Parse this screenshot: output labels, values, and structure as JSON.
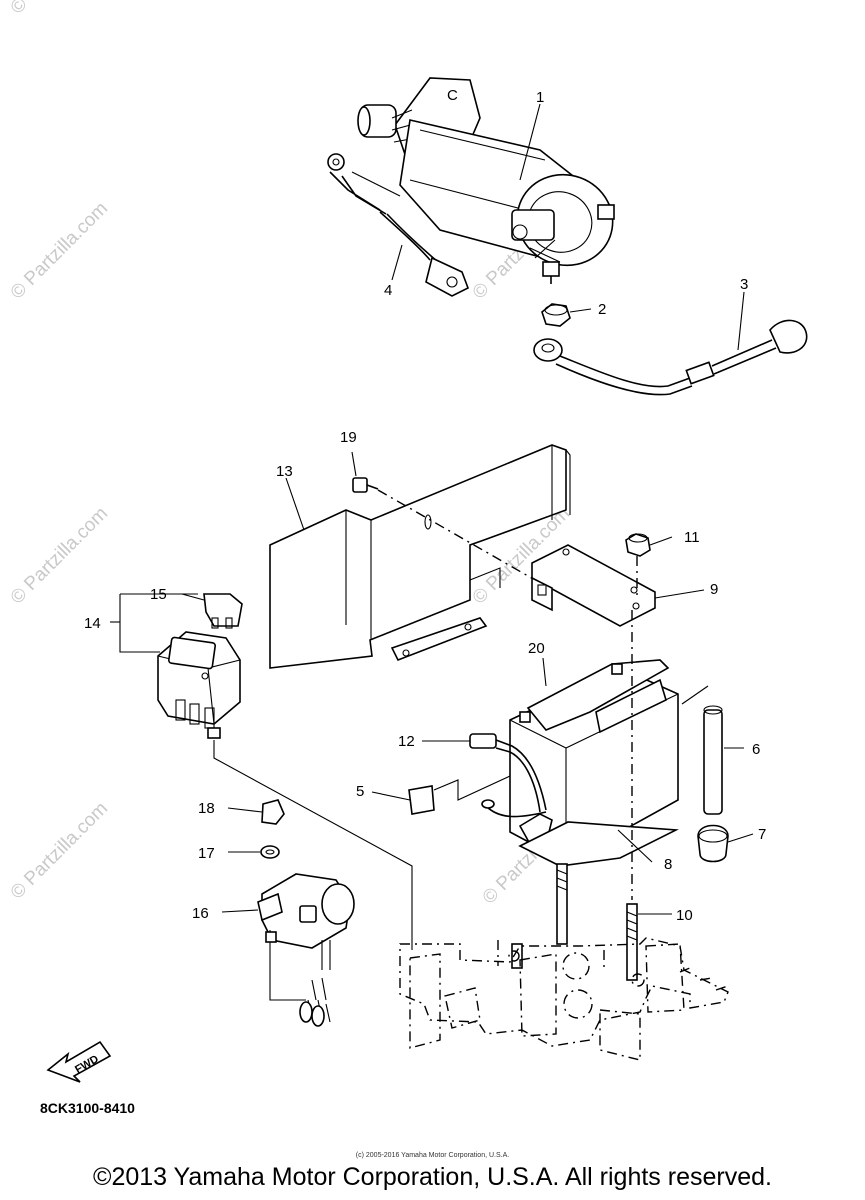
{
  "watermark": {
    "text": "© Partzilla.com"
  },
  "callouts": [
    {
      "id": 1,
      "label": "1"
    },
    {
      "id": 2,
      "label": "2"
    },
    {
      "id": 3,
      "label": "3"
    },
    {
      "id": 4,
      "label": "4"
    },
    {
      "id": 5,
      "label": "5"
    },
    {
      "id": 6,
      "label": "6"
    },
    {
      "id": 7,
      "label": "7"
    },
    {
      "id": 8,
      "label": "8"
    },
    {
      "id": 9,
      "label": "9"
    },
    {
      "id": 10,
      "label": "10"
    },
    {
      "id": 11,
      "label": "11"
    },
    {
      "id": 12,
      "label": "12"
    },
    {
      "id": 13,
      "label": "13"
    },
    {
      "id": 14,
      "label": "14"
    },
    {
      "id": 15,
      "label": "15"
    },
    {
      "id": 16,
      "label": "16"
    },
    {
      "id": 17,
      "label": "17"
    },
    {
      "id": 18,
      "label": "18"
    },
    {
      "id": 19,
      "label": "19"
    },
    {
      "id": 20,
      "label": "20"
    }
  ],
  "fwd_label": "FWD",
  "motor_mark": "C",
  "part_code": "8CK3100-8410",
  "small_copyright": "(c) 2005-2016 Yamaha Motor Corporation, U.S.A.",
  "copyright": "©2013 Yamaha Motor Corporation, U.S.A. All rights reserved."
}
